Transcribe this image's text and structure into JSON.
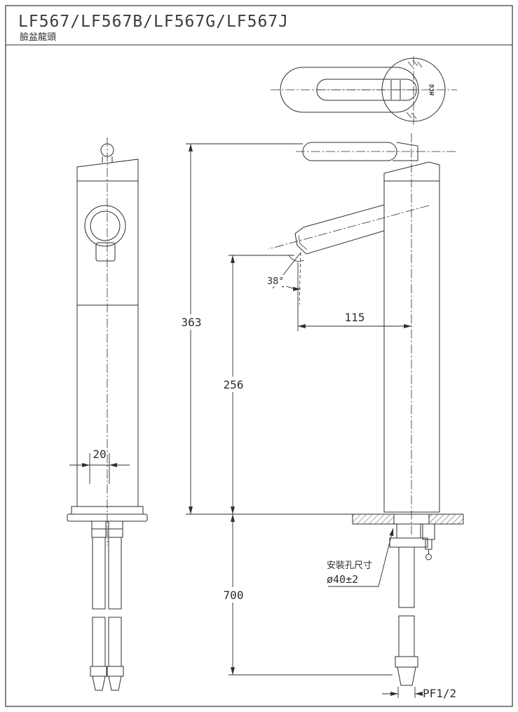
{
  "header": {
    "title": "LF567/LF567B/LF567G/LF567J",
    "subtitle": "臉盆龍頭"
  },
  "top_view": {
    "logo": "HCG"
  },
  "dimensions": {
    "overall_height": "363",
    "outlet_height": "256",
    "spout_reach": "115",
    "spout_angle": "38°",
    "spout_width": "20",
    "hose_length": "700",
    "thread_size": "PF1/2"
  },
  "annotations": {
    "install_hole_label": "安裝孔尺寸",
    "install_hole_size": "ø40±2"
  }
}
